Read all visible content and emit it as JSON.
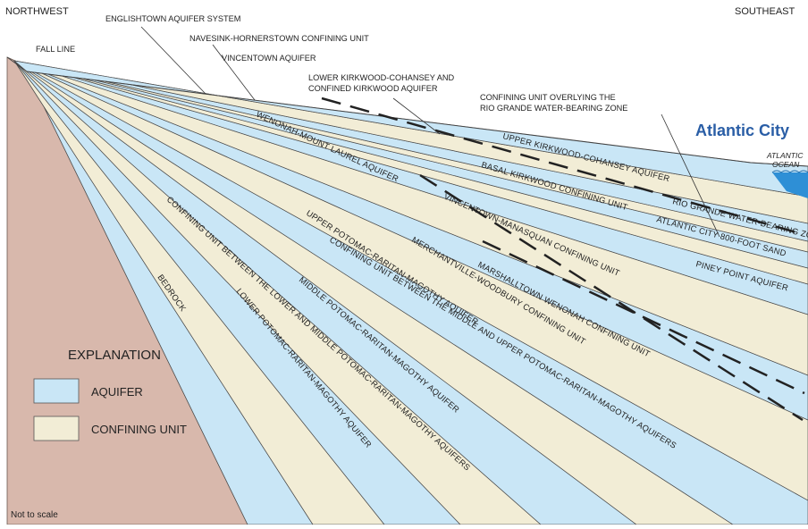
{
  "colors": {
    "aquifer": "#c9e6f6",
    "confining": "#f2edd6",
    "bedrock": "#d8b8ac",
    "ocean": "#2e8fd6",
    "city": "#2a5ea6"
  },
  "header": {
    "left": "NORTHWEST",
    "right": "SOUTHEAST"
  },
  "top_labels": {
    "englishtown": "ENGLISHTOWN AQUIFER SYSTEM",
    "navesink": "NAVESINK-HORNERSTOWN CONFINING UNIT",
    "vincentown": "VINCENTOWN AQUIFER",
    "lower_kirkwood_1": "LOWER KIRKWOOD-COHANSEY AND",
    "lower_kirkwood_2": "CONFINED KIRKWOOD AQUIFER",
    "rio_overlying_1": "CONFINING UNIT OVERLYING THE",
    "rio_overlying_2": "RIO GRANDE WATER-BEARING ZONE",
    "fall_line": "FALL LINE"
  },
  "place": {
    "city": "Atlantic City",
    "ocean_1": "ATLANTIC",
    "ocean_2": "OCEAN"
  },
  "layer_labels": {
    "upper_kirkwood": "UPPER KIRKWOOD-COHANSEY AQUIFER",
    "basal_kirkwood": "BASAL KIRKWOOD CONFINING UNIT",
    "rio_grande": "RIO GRANDE WATER-BEARING ZONE",
    "atlantic_800": "ATLANTIC CITY 800-FOOT SAND",
    "piney_point": "PINEY POINT AQUIFER",
    "vincentown_manasquan": "VINCENTOWN-MANASQUAN CONFINING UNIT",
    "wenonah_mount_laurel": "WENONAH-MOUNT LAUREL AQUIFER",
    "marshalltown": "MARSHALLTOWN WENONAH CONFINING UNIT",
    "merchantville": "MERCHANTVILLE-WOODBURY CONFINING UNIT",
    "upper_potomac": "UPPER POTOMAC-RARITAN-MAGOTHY AQUIFER",
    "cu_middle_upper": "CONFINING UNIT BETWEEN THE MIDDLE AND UPPER POTOMAC-RARITAN-MAGOTHY AQUIFERS",
    "middle_potomac": "MIDDLE POTOMAC-RARITAN-MAGOTHY AQUIFER",
    "cu_lower_middle": "CONFINING UNIT BETWEEN THE LOWER AND MIDDLE POTOMAC-RARITAN-MAGOTHY AQUIFERS",
    "lower_potomac": "LOWER POTOMAC-RARITAN-MAGOTHY AQUIFER",
    "bedrock": "BEDROCK"
  },
  "explanation": {
    "title": "EXPLANATION",
    "aquifer": "AQUIFER",
    "confining": "CONFINING UNIT"
  },
  "note": "Not to scale"
}
